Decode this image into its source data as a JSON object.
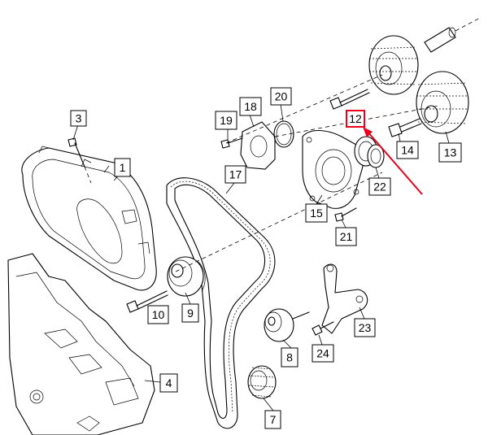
{
  "callouts": [
    {
      "id": "c1",
      "label": "1"
    },
    {
      "id": "c3",
      "label": "3"
    },
    {
      "id": "c4",
      "label": "4"
    },
    {
      "id": "c7",
      "label": "7"
    },
    {
      "id": "c8",
      "label": "8"
    },
    {
      "id": "c9",
      "label": "9"
    },
    {
      "id": "c10",
      "label": "10"
    },
    {
      "id": "c12",
      "label": "12"
    },
    {
      "id": "c13",
      "label": "13"
    },
    {
      "id": "c14",
      "label": "14"
    },
    {
      "id": "c15",
      "label": "15"
    },
    {
      "id": "c17",
      "label": "17"
    },
    {
      "id": "c18",
      "label": "18"
    },
    {
      "id": "c19",
      "label": "19"
    },
    {
      "id": "c20",
      "label": "20"
    },
    {
      "id": "c21",
      "label": "21"
    },
    {
      "id": "c22",
      "label": "22"
    },
    {
      "id": "c23",
      "label": "23"
    },
    {
      "id": "c24",
      "label": "24"
    }
  ],
  "highlight": {
    "target": "12",
    "color": "#e8001c"
  },
  "colors": {
    "line": "#000000",
    "background": "#ffffff"
  }
}
